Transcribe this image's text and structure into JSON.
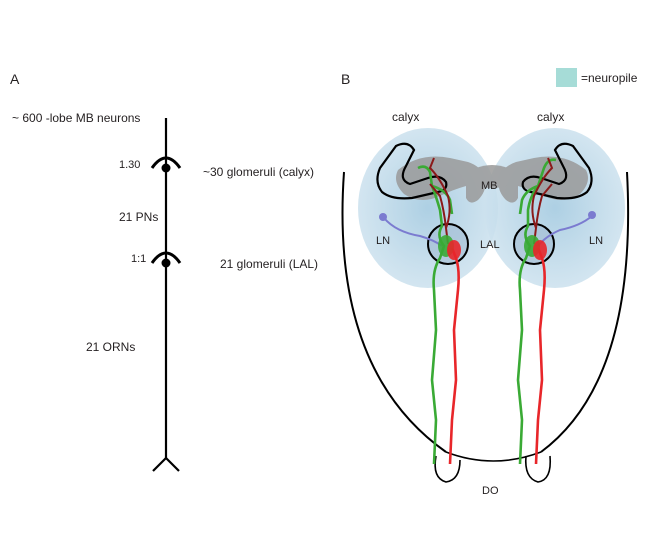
{
  "panel_a": {
    "letter": "A",
    "mb_neurons": "~ 600 -lobe MB neurons",
    "ratio_upper": "1.30",
    "calyx_glomeruli": "~30 glomeruli (calyx)",
    "pns": "21 PNs",
    "ratio_lower": "1:1",
    "lal_glomeruli": "21 glomeruli (LAL)",
    "orns": "21 ORNs"
  },
  "panel_b": {
    "letter": "B",
    "legend_label": "=neuropile",
    "calyx_left": "calyx",
    "calyx_right": "calyx",
    "mb": "MB",
    "ln_left": "LN",
    "lal": "LAL",
    "ln_right": "LN",
    "do": "DO"
  },
  "colors": {
    "neuropile": "#a9cde2",
    "legend_swatch": "#a6dcd7",
    "mushroom_body": "#9a9a9a",
    "green_neuron": "#3aaa35",
    "red_neuron": "#e8262a",
    "dark_red_neuron": "#8b1a1a",
    "local_neuron": "#7b7bd0",
    "outline": "#000000"
  }
}
